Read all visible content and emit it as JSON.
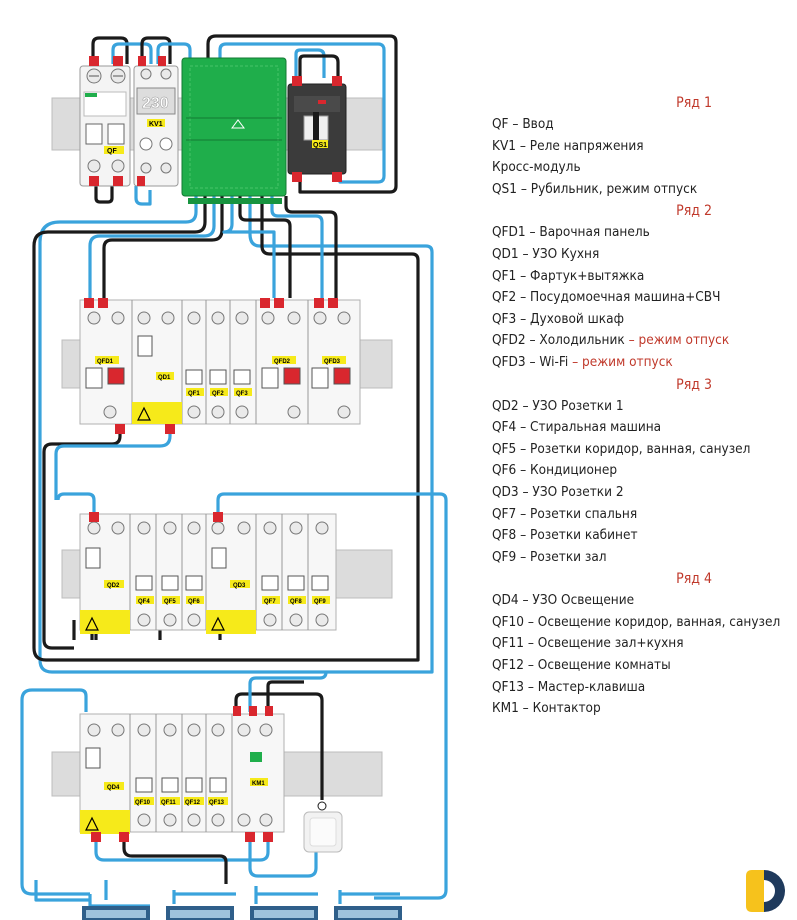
{
  "device_labels": {
    "qf": "QF",
    "kv1": "KV1",
    "kv1_display": "230",
    "qs1": "QS1",
    "qfd1": "QFD1",
    "qd1": "QD1",
    "qf1": "QF1",
    "qf2": "QF2",
    "qf3": "QF3",
    "qfd2": "QFD2",
    "qfd3": "QFD3",
    "qd2": "QD2",
    "qf4": "QF4",
    "qf5": "QF5",
    "qf6": "QF6",
    "qd3": "QD3",
    "qf7": "QF7",
    "qf8": "QF8",
    "qf9": "QF9",
    "qd4": "QD4",
    "qf10": "QF10",
    "qf11": "QF11",
    "qf12": "QF12",
    "qf13": "QF13",
    "km1": "KM1"
  },
  "legend": [
    {
      "type": "title",
      "text": "Ряд 1"
    },
    {
      "type": "item",
      "text": "QF – Ввод"
    },
    {
      "type": "item",
      "text": "KV1 – Реле напряжения"
    },
    {
      "type": "item",
      "text": "Кросс-модуль"
    },
    {
      "type": "item",
      "text": "QS1 – Рубильник, режим отпуск"
    },
    {
      "type": "title",
      "text": "Ряд 2"
    },
    {
      "type": "item",
      "text": "QFD1 – Варочная панель"
    },
    {
      "type": "item",
      "text": "QD1 – УЗО Кухня"
    },
    {
      "type": "item",
      "text": "QF1 – Фартук+вытяжка"
    },
    {
      "type": "item",
      "text": "QF2 – Посудомоечная машина+СВЧ"
    },
    {
      "type": "item",
      "text": "QF3 – Духовой шкаф"
    },
    {
      "type": "item",
      "text": "QFD2 – Холодильник",
      "note": " – режим отпуск"
    },
    {
      "type": "item",
      "text": "QFD3 – Wi-Fi ",
      "note": " – режим отпуск"
    },
    {
      "type": "title",
      "text": "Ряд 3"
    },
    {
      "type": "item",
      "text": "QD2 – УЗО Розетки 1"
    },
    {
      "type": "item",
      "text": "QF4 – Стиральная машина"
    },
    {
      "type": "item",
      "text": "QF5 – Розетки коридор, ванная, санузел"
    },
    {
      "type": "item",
      "text": "QF6 – Кондиционер"
    },
    {
      "type": "item",
      "text": "QD3 – УЗО Розетки 2"
    },
    {
      "type": "item",
      "text": "QF7 – Розетки спальня"
    },
    {
      "type": "item",
      "text": "QF8 – Розетки кабинет"
    },
    {
      "type": "item",
      "text": "QF9 – Розетки зал"
    },
    {
      "type": "title",
      "text": "Ряд 4"
    },
    {
      "type": "item",
      "text": "QD4 – УЗО Освещение"
    },
    {
      "type": "item",
      "text": "QF10 – Освещение коридор, ванная, санузел"
    },
    {
      "type": "item",
      "text": "QF11 – Освещение зал+кухня"
    },
    {
      "type": "item",
      "text": "QF12 – Освещение комнаты"
    },
    {
      "type": "item",
      "text": "QF13 – Мастер-клавиша"
    },
    {
      "type": "item",
      "text": "КМ1 – Контактор"
    }
  ],
  "colors": {
    "wire_blue": "#3aa3dc",
    "wire_black": "#1a1a1a",
    "terminal_red": "#d9272e",
    "cross_module_green": "#1fae4b",
    "label_yellow": "#f6ea1a",
    "legend_title": "#c0392b",
    "logo_yellow": "#f6c21c",
    "logo_navy": "#1f3a5c"
  }
}
